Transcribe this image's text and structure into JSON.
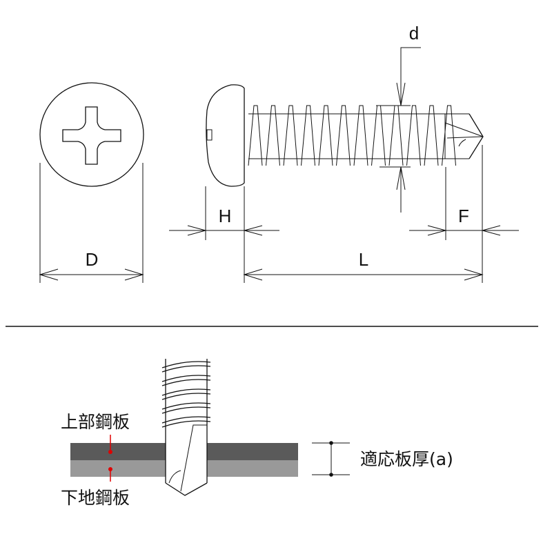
{
  "diagram": {
    "top_view": {
      "dimension_labels": {
        "D": "D"
      }
    },
    "side_view": {
      "dimension_labels": {
        "d": "d",
        "H": "H",
        "L": "L",
        "F": "F"
      }
    },
    "install_view": {
      "labels": {
        "upper_plate": "上部鋼板",
        "base_plate": "下地鋼板",
        "thickness": "適応板厚(a)"
      },
      "colors": {
        "upper_plate": "#5a5a5a",
        "base_plate": "#999999",
        "marker": "#e00000"
      }
    }
  }
}
